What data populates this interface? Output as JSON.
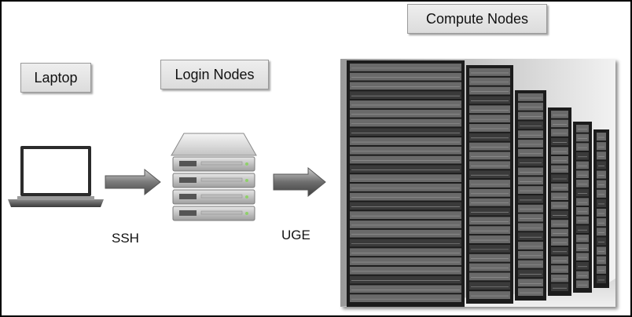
{
  "labels": {
    "laptop": "Laptop",
    "login_nodes": "Login Nodes",
    "compute_nodes": "Compute Nodes"
  },
  "connections": {
    "laptop_to_login": "SSH",
    "login_to_compute": "UGE"
  },
  "icons": {
    "laptop": "laptop-icon",
    "login_nodes": "server-stack-icon",
    "compute_nodes": "server-rack-photo",
    "connection_arrow": "right-arrow-icon"
  },
  "colors": {
    "label_box": "#e4e4e4",
    "arrow": "#6b6b6b",
    "rack": "#2a2a2a"
  }
}
